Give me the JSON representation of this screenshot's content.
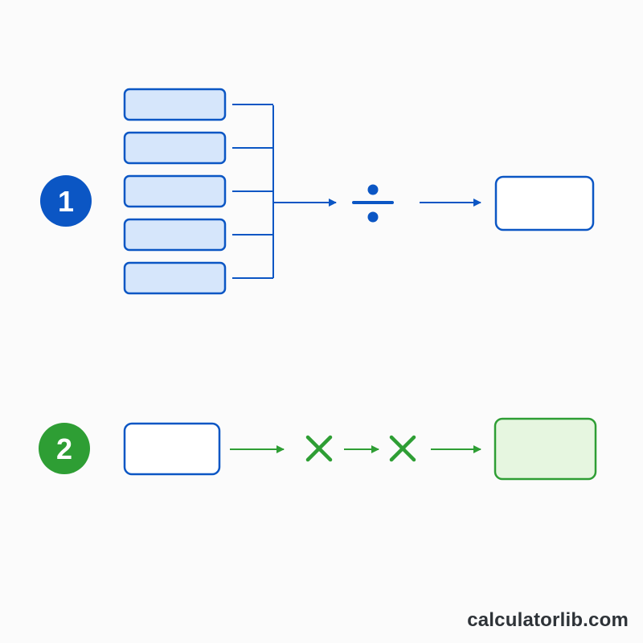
{
  "steps": [
    {
      "number": "1",
      "color": "#0b56c4"
    },
    {
      "number": "2",
      "color": "#2e9e34"
    }
  ],
  "step1": {
    "input_count": 5,
    "operator": "divide",
    "operator_icon": "divide-icon"
  },
  "step2": {
    "operators": [
      "multiply",
      "multiply"
    ],
    "operator_icon": "multiply-icon"
  },
  "colors": {
    "blue": "#0b56c4",
    "blue_fill": "#d6e6fb",
    "green": "#2e9e34",
    "green_fill": "#e6f6e0",
    "text_dark": "#2e3338"
  },
  "watermark": "calculatorlib.com"
}
